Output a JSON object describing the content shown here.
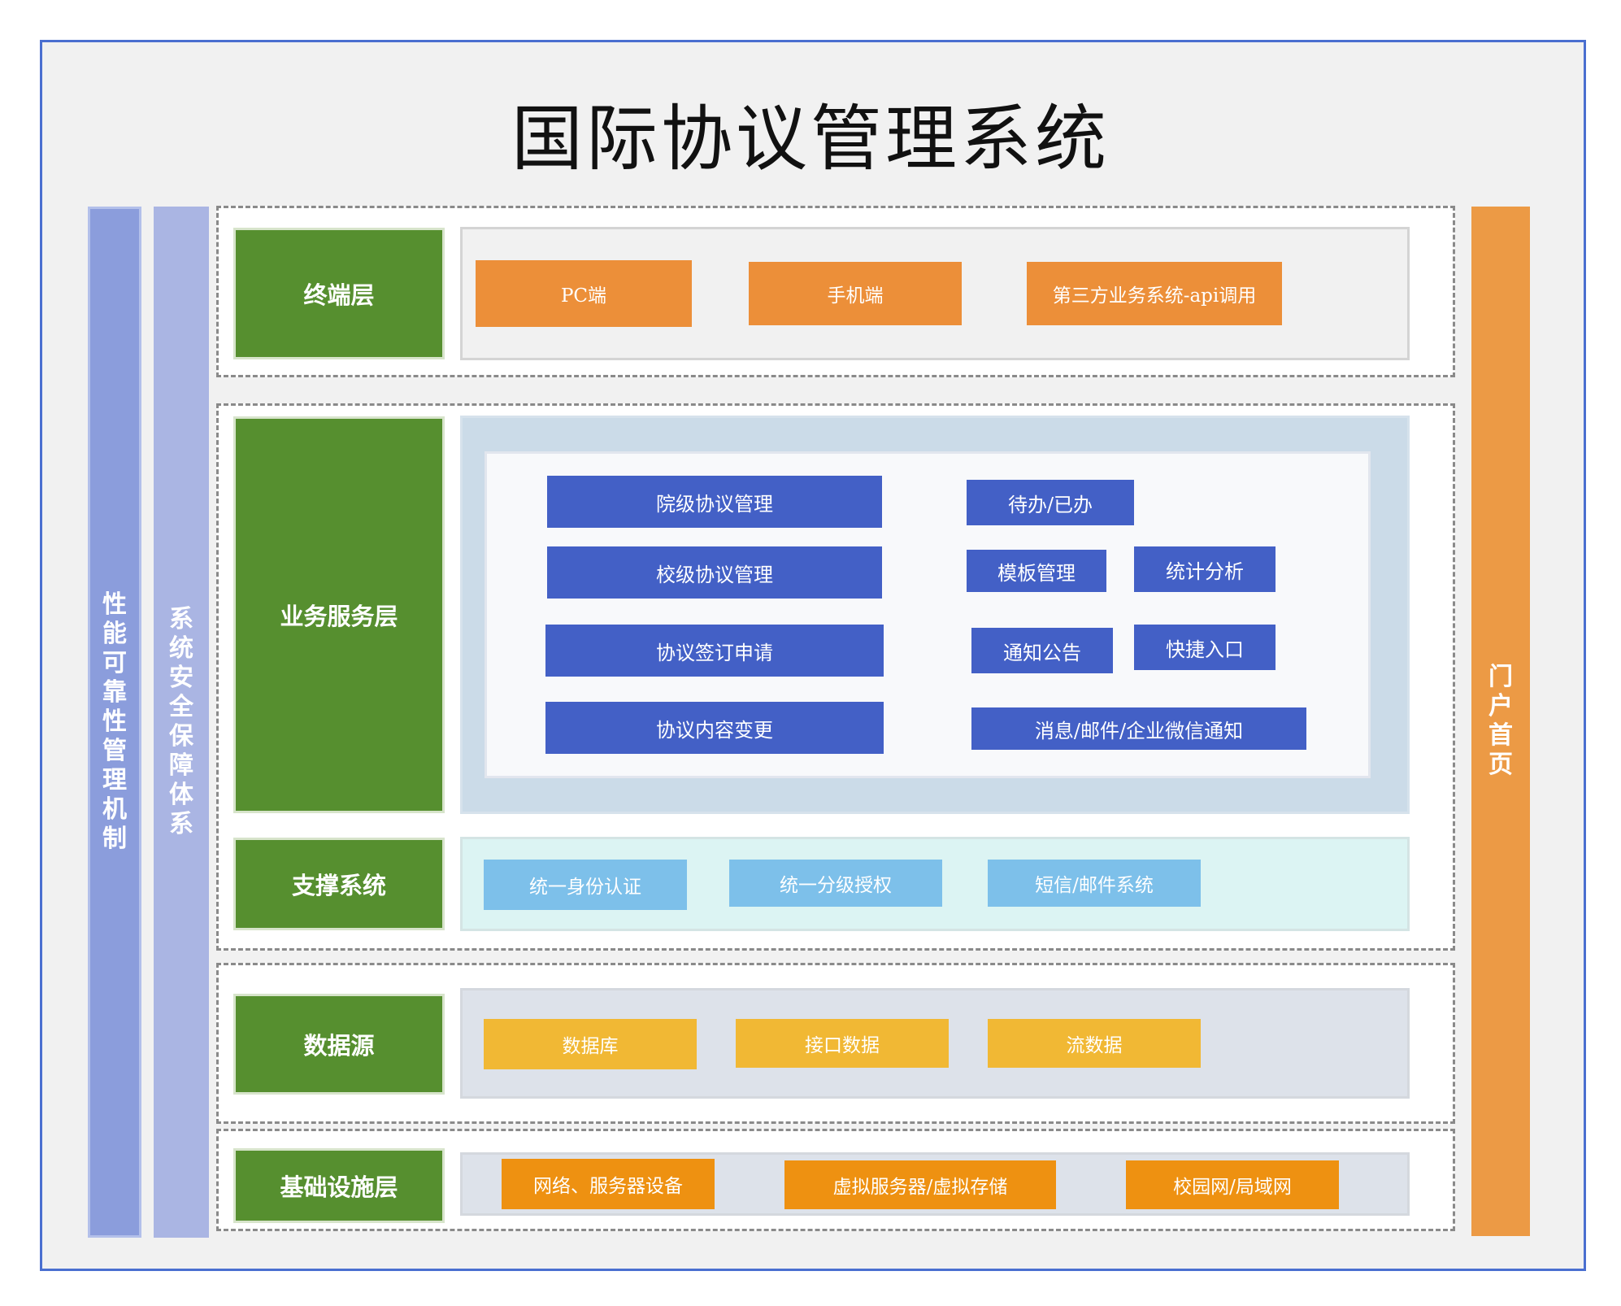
{
  "title": "国际协议管理系统",
  "side_left": {
    "performance": "性能可靠性管理机制",
    "security": "系统安全保障体系"
  },
  "side_right": {
    "portal": "门户首页"
  },
  "layers": {
    "terminal": {
      "label": "终端层",
      "items": [
        "PC端",
        "手机端",
        "第三方业务系统-api调用"
      ]
    },
    "business": {
      "label": "业务服务层",
      "items": [
        "院级协议管理",
        "校级协议管理",
        "协议签订申请",
        "协议内容变更",
        "待办/已办",
        "模板管理",
        "统计分析",
        "通知公告",
        "快捷入口",
        "消息/邮件/企业微信通知"
      ]
    },
    "support": {
      "label": "支撑系统",
      "items": [
        "统一身份认证",
        "统一分级授权",
        "短信/邮件系统"
      ]
    },
    "data": {
      "label": "数据源",
      "items": [
        "数据库",
        "接口数据",
        "流数据"
      ]
    },
    "infra": {
      "label": "基础设施层",
      "items": [
        "网络、服务器设备",
        "虚拟服务器/虚拟存储",
        "校园网/局域网"
      ]
    }
  },
  "colors": {
    "frame_border": "#4a6fd0",
    "layer_green": "#568f2f",
    "terminal_orange": "#ec8f39",
    "business_blue": "#4360c6",
    "support_sky": "#7dc0ea",
    "data_yellow": "#f1b834",
    "infra_orange": "#ee9111",
    "performance_bar": "#8b9ddc",
    "security_bar": "#aab5e3",
    "portal_bar": "#ec9a45"
  }
}
